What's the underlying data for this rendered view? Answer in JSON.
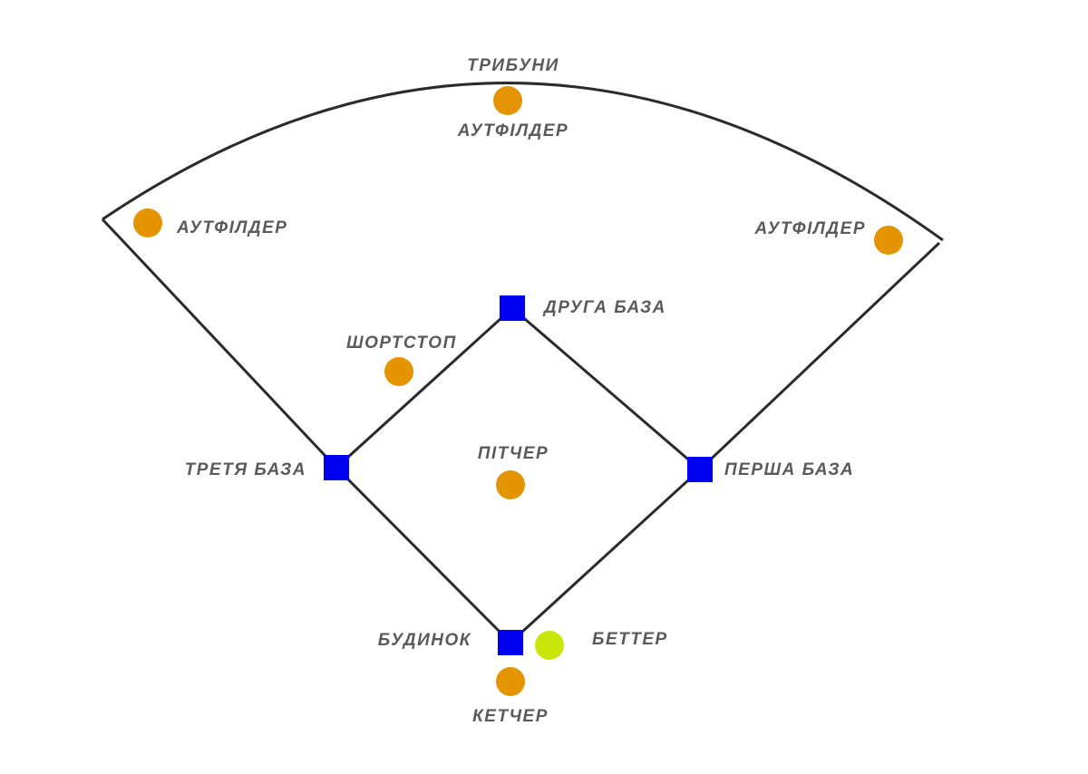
{
  "colors": {
    "fielder": "#E39400",
    "batter": "#C8E60A",
    "base": "#0000F0",
    "line": "#2b2b2b",
    "text": "#5a5a5a"
  },
  "labels": {
    "stands": "ТРИБУНИ",
    "center_fielder": "АУТФІЛДЕР",
    "left_fielder": "АУТФІЛДЕР",
    "right_fielder": "АУТФІЛДЕР",
    "second_base": "ДРУГА БАЗА",
    "shortstop": "ШОРТСТОП",
    "third_base": "ТРЕТЯ БАЗА",
    "pitcher": "ПІТЧЕР",
    "first_base": "ПЕРША БАЗА",
    "home": "БУДИНОК",
    "batter": "БЕТТЕР",
    "catcher": "КЕТЧЕР"
  }
}
